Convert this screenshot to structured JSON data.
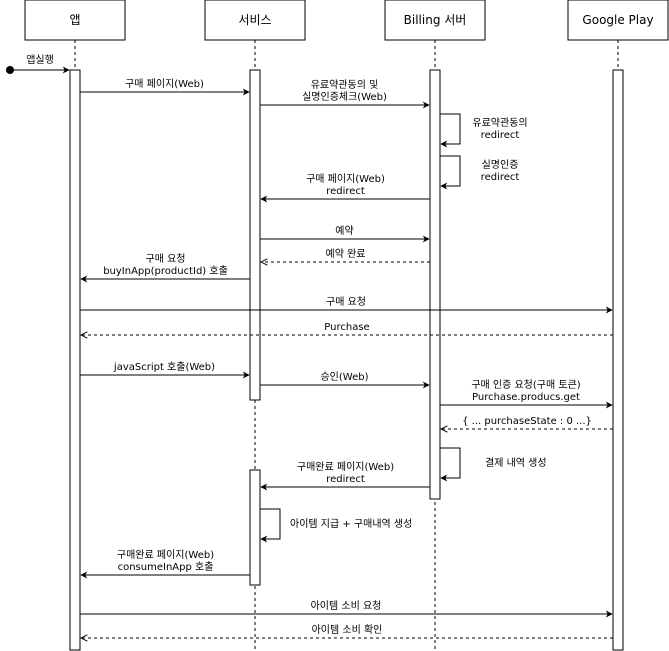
{
  "participants": [
    {
      "id": "app",
      "label": "앱"
    },
    {
      "id": "service",
      "label": "서비스"
    },
    {
      "id": "billing",
      "label": "Billing 서버"
    },
    {
      "id": "google",
      "label": "Google Play"
    }
  ],
  "start_label": "앱실행",
  "messages": [
    {
      "id": "m1",
      "from": "app",
      "to": "service",
      "style": "solid",
      "lines": [
        "구매 페이지(Web)"
      ]
    },
    {
      "id": "m2",
      "from": "service",
      "to": "billing",
      "style": "solid",
      "lines": [
        "유료약관동의 및",
        "실명인증체크(Web)"
      ]
    },
    {
      "id": "m3",
      "from": "billing",
      "to": "billing",
      "style": "self",
      "lines": [
        "유료약관동의",
        "redirect"
      ]
    },
    {
      "id": "m4",
      "from": "billing",
      "to": "billing",
      "style": "self",
      "lines": [
        "실명인증",
        "redirect"
      ]
    },
    {
      "id": "m5",
      "from": "billing",
      "to": "service",
      "style": "solid",
      "lines": [
        "구매 페이지(Web)",
        "redirect"
      ]
    },
    {
      "id": "m6",
      "from": "service",
      "to": "billing",
      "style": "solid",
      "lines": [
        "예약"
      ]
    },
    {
      "id": "m7",
      "from": "billing",
      "to": "service",
      "style": "dashed",
      "lines": [
        "예약 완료"
      ]
    },
    {
      "id": "m8",
      "from": "service",
      "to": "app",
      "style": "solid",
      "lines": [
        "구매 요청",
        "buyInApp(productId) 호출"
      ]
    },
    {
      "id": "m9",
      "from": "app",
      "to": "google",
      "style": "solid",
      "lines": [
        "구매 요청"
      ]
    },
    {
      "id": "m10",
      "from": "google",
      "to": "app",
      "style": "dashed",
      "lines": [
        "Purchase"
      ]
    },
    {
      "id": "m11",
      "from": "app",
      "to": "service",
      "style": "solid",
      "lines": [
        "javaScript 호출(Web)"
      ]
    },
    {
      "id": "m12",
      "from": "service",
      "to": "billing",
      "style": "solid",
      "lines": [
        "승인(Web)"
      ]
    },
    {
      "id": "m13",
      "from": "billing",
      "to": "google",
      "style": "solid",
      "lines": [
        "구매 인증 요청(구매 토큰)",
        "Purchase.producs.get"
      ]
    },
    {
      "id": "m14",
      "from": "google",
      "to": "billing",
      "style": "dashed",
      "lines": [
        "{ ... purchaseState : 0 ...}"
      ]
    },
    {
      "id": "m15",
      "from": "billing",
      "to": "billing",
      "style": "self",
      "lines": [
        "결제 내역 생성"
      ]
    },
    {
      "id": "m16",
      "from": "billing",
      "to": "service",
      "style": "solid",
      "lines": [
        "구매완료 페이지(Web)",
        "redirect"
      ]
    },
    {
      "id": "m17",
      "from": "service",
      "to": "service",
      "style": "self",
      "lines": [
        "아이템 지급 + 구매내역 생성"
      ]
    },
    {
      "id": "m18",
      "from": "service",
      "to": "app",
      "style": "solid",
      "lines": [
        "구매완료 페이지(Web)",
        "consumeInApp 호출"
      ]
    },
    {
      "id": "m19",
      "from": "app",
      "to": "google",
      "style": "solid",
      "lines": [
        "아이템 소비 요청"
      ]
    },
    {
      "id": "m20",
      "from": "google",
      "to": "app",
      "style": "dashed",
      "lines": [
        "아이템 소비 확인"
      ]
    }
  ]
}
